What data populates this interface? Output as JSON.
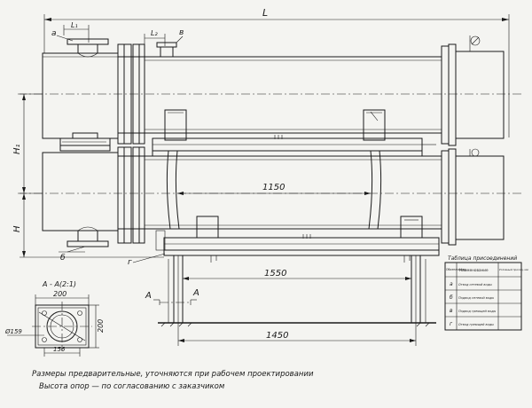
{
  "dimensions": {
    "overall_length": "L",
    "nozzle_offset_1": "L₁",
    "nozzle_offset_2": "L₂",
    "height_1": "H₁",
    "height": "H",
    "support_span_upper": "1150",
    "support_span_lower": "1550",
    "base_span": "1450"
  },
  "markers": {
    "a": "а",
    "b": "б",
    "v": "в",
    "g": "г",
    "section_left": "А",
    "section_right": "А"
  },
  "section_view": {
    "title": "А - А(2:1)",
    "width": "200",
    "height": "200",
    "diameter": "Ø159",
    "bolt_spacing": "156"
  },
  "connection_table": {
    "title": "Таблица присоединений",
    "headers": [
      "Обозначение",
      "Наименование",
      "Условный проход, мм"
    ],
    "rows": [
      {
        "mark": "а",
        "name": "Отвод сетевой воды",
        "size": ""
      },
      {
        "mark": "б",
        "name": "Подвод сетевой воды",
        "size": ""
      },
      {
        "mark": "в",
        "name": "Подвод греющей воды",
        "size": ""
      },
      {
        "mark": "г",
        "name": "Отвод греющей воды",
        "size": ""
      }
    ]
  },
  "notes": [
    "Размеры предварительные, уточняются при рабочем проектировании",
    "Высота опор — по согласованию с заказчиком"
  ]
}
